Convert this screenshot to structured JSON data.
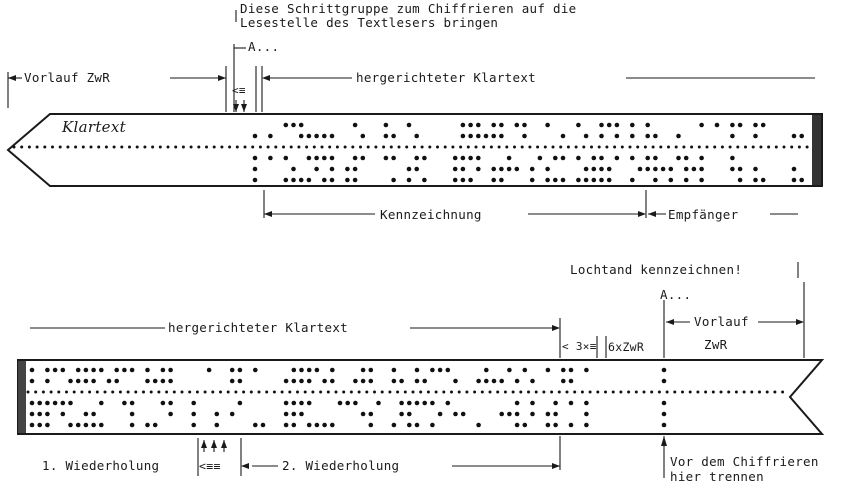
{
  "top": {
    "note_line1": "Diese Schrittgruppe zum Chiffrieren auf die",
    "note_line2": "Lesestelle des Textlesers bringen",
    "marker": "A...",
    "leader": "Vorlauf ZwR",
    "plaintext": "hergerichteter Klartext",
    "sym": "<≡",
    "handwritten": "Klartext",
    "marking": "Kennzeichnung",
    "recipient": "Empfänger"
  },
  "bottom": {
    "mark_note": "Lochtand kennzeichnen!",
    "marker": "A...",
    "plaintext": "hergerichteter Klartext",
    "three": "< 3×≡",
    "six": "6xZwR",
    "leader_line1": "Vorlauf",
    "leader_line2": "ZwR",
    "first_repeat": "1. Wiederholung",
    "sym": "<≡≡",
    "second_repeat": "2. Wiederholung",
    "cut_line1": "Vor dem Chiffrieren",
    "cut_line2": "hier trennen"
  }
}
